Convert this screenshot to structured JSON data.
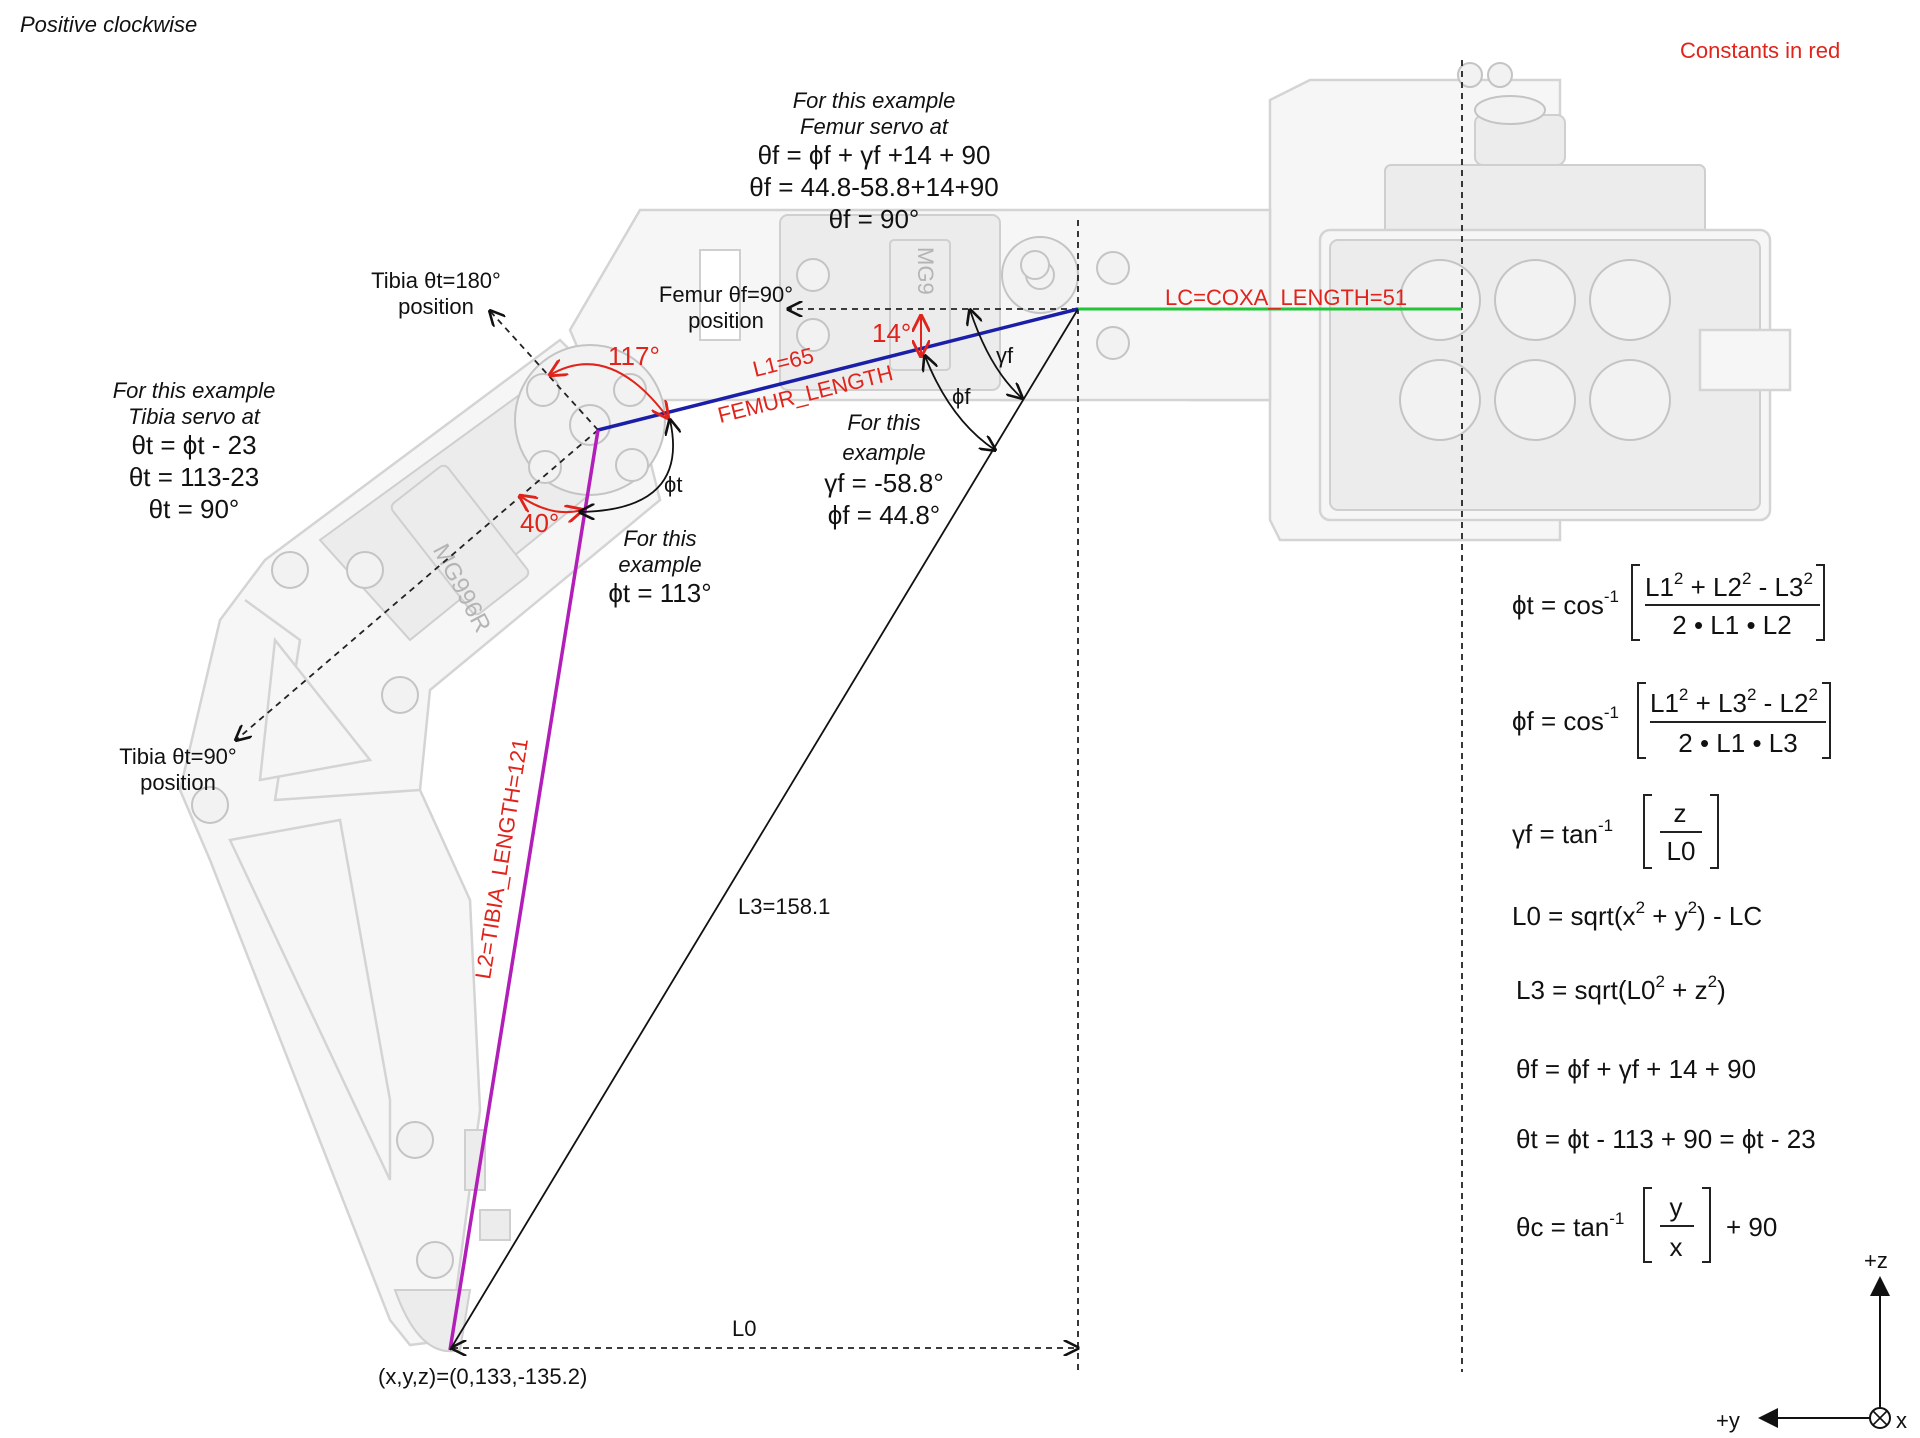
{
  "header": {
    "sign_note": "Positive clockwise",
    "constants_note": "Constants in red"
  },
  "colors": {
    "constants": "#e0241b",
    "coxa_line": "#22c43a",
    "femur_line": "#1b1fa8",
    "tibia_line": "#b21fb8",
    "ink": "#111111"
  },
  "labels": {
    "coxa": "LC=COXA_LENGTH=51",
    "femur_l1": "L1=65",
    "femur_name": "FEMUR_LENGTH",
    "tibia": "L2=TIBIA_LENGTH=121",
    "l3": "L3=158.1",
    "l0": "L0",
    "foot": "(x,y,z)=(0,133,-135.2)",
    "angle_117": "117°",
    "angle_40": "40°",
    "angle_14": "14°",
    "gamma_f": "γf",
    "phi_f": "ϕf",
    "phi_t": "ϕt"
  },
  "notes": {
    "tibia180_a": "Tibia θt=180°",
    "tibia180_b": "position",
    "tibia90_a": "Tibia θt=90°",
    "tibia90_b": "position",
    "femur90_a": "Femur θf=90°",
    "femur90_b": "position",
    "femur_example": [
      "For this example",
      "Femur servo at",
      "θf = ϕf + γf +14 + 90",
      "θf = 44.8-58.8+14+90",
      "θf = 90°"
    ],
    "tibia_example": [
      "For this example",
      "Tibia servo at",
      "θt = ϕt - 23",
      "θt = 113-23",
      "θt = 90°"
    ],
    "phit_example": [
      "For this",
      "example",
      "ϕt = 113°"
    ],
    "gf_example": [
      "For this",
      "example",
      "γf = -58.8°",
      "ϕf = 44.8°"
    ]
  },
  "servo_labels": {
    "tibia_servo": "MG996R",
    "femur_servo": "MG9"
  },
  "formulas": {
    "phit": {
      "lhs": "ϕt = cos",
      "num": [
        "L1",
        "2",
        " + L2",
        "2",
        " - L3",
        "2"
      ],
      "den": "2 • L1 • L2"
    },
    "phif": {
      "lhs": "ϕf = cos",
      "num": [
        "L1",
        "2",
        " + L3",
        "2",
        " - L2",
        "2"
      ],
      "den": "2 • L1 • L3"
    },
    "gammaf": {
      "lhs": "γf = tan",
      "num": "z",
      "den": "L0"
    },
    "inv": "-1",
    "l0": [
      "L0 = sqrt(x",
      "2",
      " + y",
      "2",
      ") - LC"
    ],
    "l3": [
      "L3 = sqrt(L0",
      "2",
      " + z",
      "2",
      ")"
    ],
    "thetaf": "θf = ϕf + γf + 14 + 90",
    "thetat": "θt = ϕt - 113 + 90 = ϕt - 23",
    "thetac": {
      "lhs": "θc = tan",
      "num": "y",
      "den": "x",
      "tail": "+ 90"
    }
  },
  "axes": {
    "z": "+z",
    "y": "+y",
    "x": "x"
  }
}
